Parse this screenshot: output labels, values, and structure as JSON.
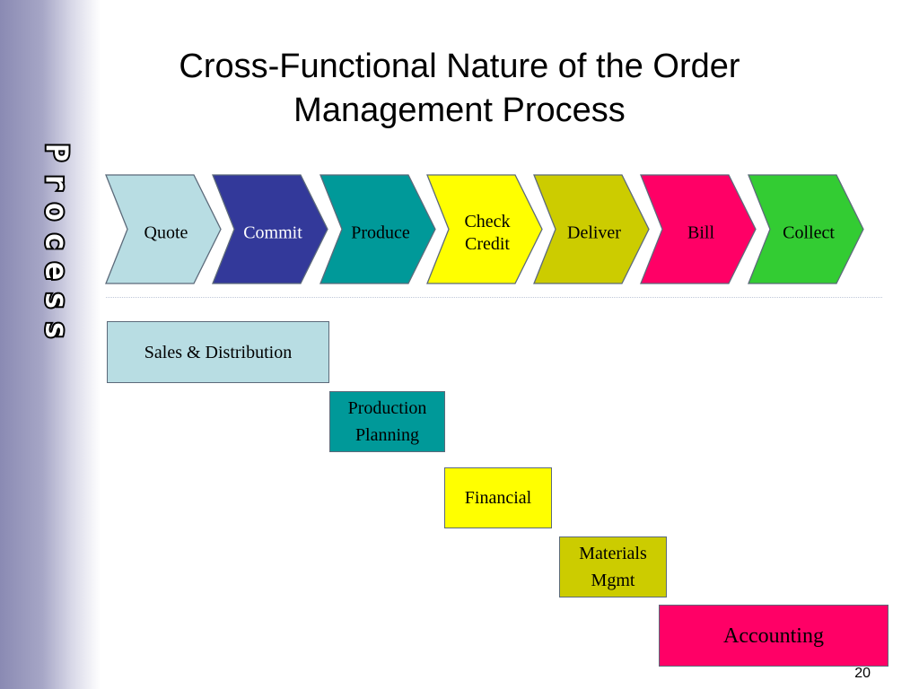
{
  "slide": {
    "vertical_word": "Process",
    "title": "Cross-Functional Nature of the Order\nManagement Process",
    "page_number": "20"
  },
  "process_steps": [
    {
      "label": "Quote",
      "color": "#b8dde3",
      "text_color": "#000000"
    },
    {
      "label": "Commit",
      "color": "#33399a",
      "text_color": "#ffffff"
    },
    {
      "label": "Produce",
      "color": "#009999",
      "text_color": "#000000"
    },
    {
      "label": "Check\nCredit",
      "color": "#ffff00",
      "text_color": "#000000"
    },
    {
      "label": "Deliver",
      "color": "#cccc00",
      "text_color": "#000000"
    },
    {
      "label": "Bill",
      "color": "#ff0066",
      "text_color": "#000000"
    },
    {
      "label": "Collect",
      "color": "#33cc33",
      "text_color": "#000000"
    }
  ],
  "functions": [
    {
      "label": "Sales & Distribution",
      "color": "#b8dde3"
    },
    {
      "label": "Production\nPlanning",
      "color": "#009999"
    },
    {
      "label": "Financial",
      "color": "#ffff00"
    },
    {
      "label": "Materials\nMgmt",
      "color": "#cccc00"
    },
    {
      "label": "Accounting",
      "color": "#ff0066"
    }
  ]
}
